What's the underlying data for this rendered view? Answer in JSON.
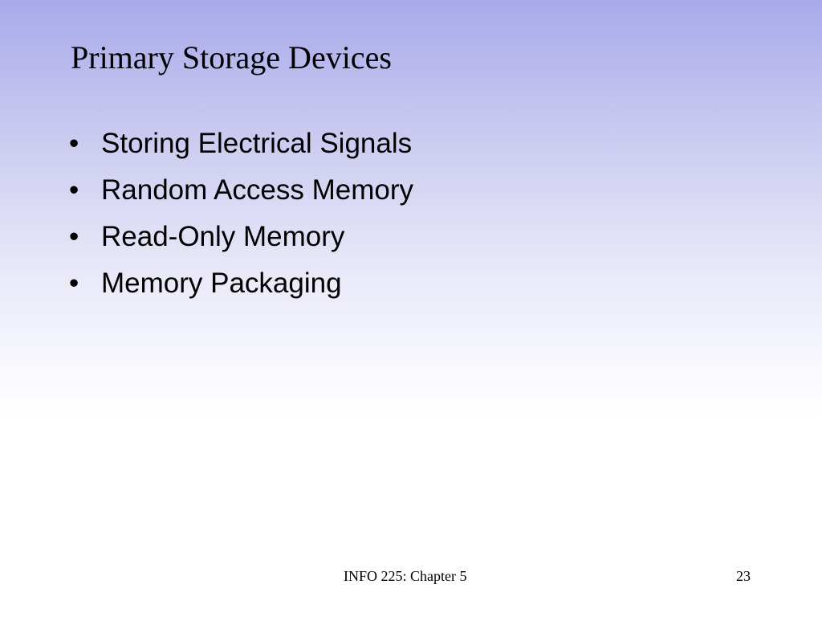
{
  "slide": {
    "title": "Primary Storage Devices",
    "bullet_glyph": "•",
    "bullets": [
      "Storing Electrical Signals",
      "Random Access Memory",
      "Read-Only Memory",
      "Memory Packaging"
    ],
    "footer": "INFO 225: Chapter 5",
    "page_number": "23"
  },
  "colors": {
    "gradient_top": "#a9a9eb",
    "gradient_bottom": "#ffffff",
    "text": "#000000"
  }
}
